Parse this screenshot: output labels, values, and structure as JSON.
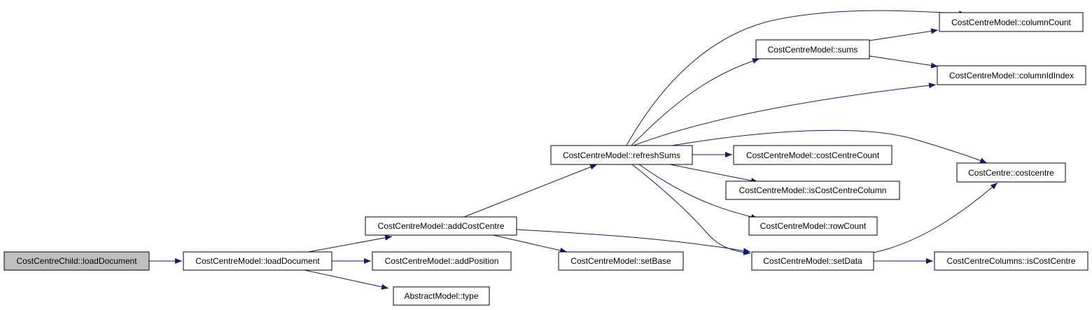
{
  "colors": {
    "edge": "#191970",
    "node_fill": "#ffffff",
    "root_fill": "#bfbfbf",
    "border": "#000000"
  },
  "nodes": {
    "loadDocumentChild": "CostCentreChild::loadDocument",
    "loadDocument": "CostCentreModel::loadDocument",
    "addCostCentre": "CostCentreModel::addCostCentre",
    "addPosition": "CostCentreModel::addPosition",
    "type": "AbstractModel::type",
    "refreshSums": "CostCentreModel::refreshSums",
    "setBase": "CostCentreModel::setBase",
    "setData": "CostCentreModel::setData",
    "sums": "CostCentreModel::sums",
    "costCentreCount": "CostCentreModel::costCentreCount",
    "isCostCentreColumn": "CostCentreModel::isCostCentreColumn",
    "rowCount": "CostCentreModel::rowCount",
    "columnCount": "CostCentreModel::columnCount",
    "columnIdIndex": "CostCentreModel::columnIdIndex",
    "costcentre": "CostCentre::costcentre",
    "isCostCentre": "CostCentreColumns::isCostCentre"
  }
}
